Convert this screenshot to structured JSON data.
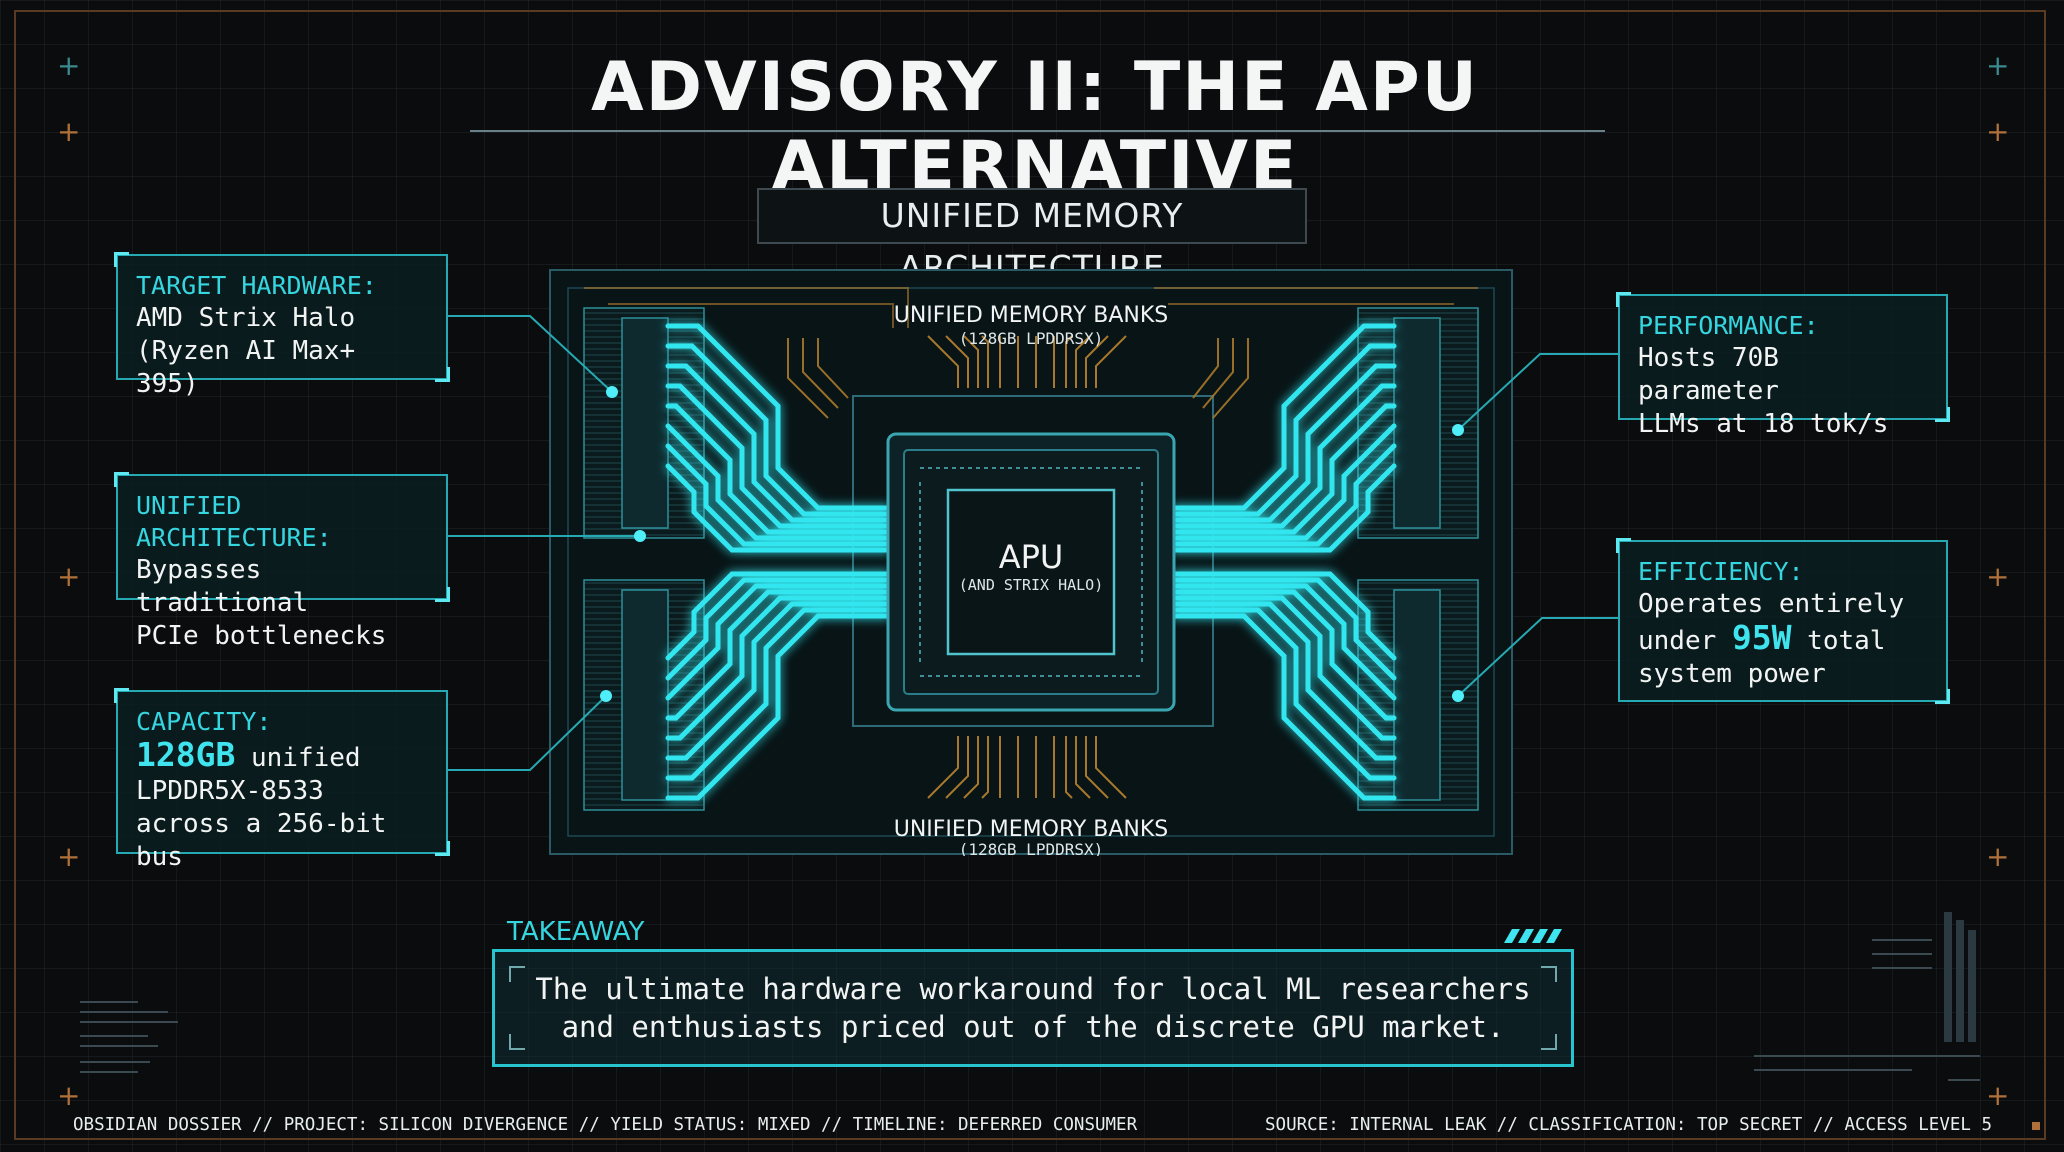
{
  "title": "ADVISORY II: THE APU ALTERNATIVE",
  "subtitle": "UNIFIED MEMORY ARCHITECTURE",
  "diagram": {
    "top_banks_label": "UNIFIED MEMORY BANKS",
    "top_banks_sub": "(128GB LPDDRSX)",
    "bottom_banks_label": "UNIFIED MEMORY BANKS",
    "bottom_banks_sub": "(128GB LPDDRSX)",
    "chip_label": "APU",
    "chip_sub": "(AND STRIX HALO)"
  },
  "callouts": {
    "target_hardware": {
      "head": "TARGET HARDWARE:",
      "line1": "AMD Strix Halo",
      "line2": "(Ryzen AI Max+ 395)"
    },
    "unified_architecture": {
      "head": "UNIFIED ARCHITECTURE:",
      "line1": "Bypasses traditional",
      "line2": "PCIe bottlenecks"
    },
    "capacity": {
      "head": "CAPACITY:",
      "big": "128GB",
      "line1_rest": " unified",
      "line2": "LPDDR5X-8533",
      "line3": "across a 256-bit bus"
    },
    "performance": {
      "head": "PERFORMANCE:",
      "line1": "Hosts 70B parameter",
      "line2": "LLMs at 18 tok/s"
    },
    "efficiency": {
      "head": "EFFICIENCY:",
      "line1": "Operates entirely",
      "line2_pre": "under ",
      "big": "95W",
      "line2_post": " total",
      "line3": "system power"
    }
  },
  "takeaway": {
    "label": "TAKEAWAY",
    "line1": "The ultimate hardware workaround for local ML researchers",
    "line2": "and enthusiasts priced out of the discrete GPU market."
  },
  "footer": {
    "left": "OBSIDIAN DOSSIER // PROJECT: SILICON DIVERGENCE // YIELD STATUS: MIXED // TIMELINE: DEFERRED CONSUMER",
    "right": "SOURCE: INTERNAL LEAK // CLASSIFICATION: TOP SECRET // ACCESS LEVEL 5"
  },
  "colors": {
    "accent": "#3fe4ee",
    "trace_gold": "#a8782c",
    "frame": "#5a3a22",
    "background": "#0a0c0d"
  }
}
